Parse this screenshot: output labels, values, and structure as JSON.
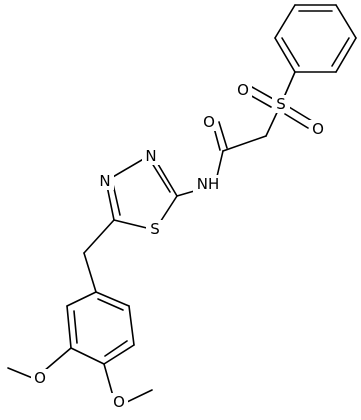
{
  "molecule": {
    "atom_labels": {
      "amide_oxygen": "O",
      "amide_nitrogen": "NH",
      "sulfonyl_sulfur": "S",
      "sulfonyl_oxygen_left": "O",
      "sulfonyl_oxygen_right": "O",
      "thiadiazole_sulfur": "S",
      "thiadiazole_nitrogen_3": "N",
      "thiadiazole_nitrogen_4": "N",
      "methoxy_oxygen_3": "O",
      "methoxy_oxygen_4": "O"
    },
    "colors": {
      "bond": "#000000",
      "label": "#000000",
      "background": "#ffffff"
    }
  }
}
